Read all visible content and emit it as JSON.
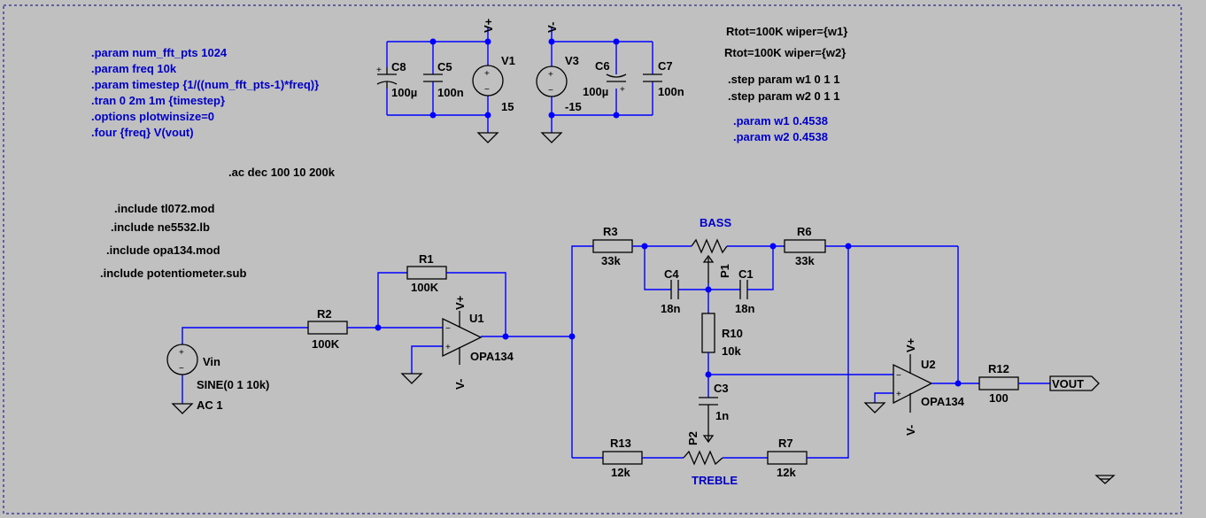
{
  "directives_sim": [
    ".param num_fft_pts 1024",
    ".param freq 10k",
    ".param timestep {1/((num_fft_pts-1)*freq)}",
    ".tran 0 2m 1m {timestep}",
    ".options plotwinsize=0",
    ".four {freq} V(vout)"
  ],
  "ac_directive": ".ac dec 100 10 200k",
  "includes": [
    ".include tl072.mod",
    ".include ne5532.lb",
    ".include opa134.mod",
    ".include potentiometer.sub"
  ],
  "pot_params": [
    "Rtot=100K wiper={w1}",
    "Rtot=100K wiper={w2}"
  ],
  "step_directives": [
    ".step param w1 0 1 1",
    ".step param w2 0 1 1"
  ],
  "param_directives": [
    ".param w1 0.4538",
    ".param w2 0.4538"
  ],
  "components": {
    "C8": {
      "name": "C8",
      "value": "100µ"
    },
    "C5": {
      "name": "C5",
      "value": "100n"
    },
    "V1": {
      "name": "V1",
      "value": "15"
    },
    "V3": {
      "name": "V3",
      "value": "-15"
    },
    "C6": {
      "name": "C6",
      "value": "100µ"
    },
    "C7": {
      "name": "C7",
      "value": "100n"
    },
    "R1": {
      "name": "R1",
      "value": "100K"
    },
    "R2": {
      "name": "R2",
      "value": "100K"
    },
    "U1": {
      "name": "U1",
      "value": "OPA134"
    },
    "Vin": {
      "name": "Vin",
      "value": "SINE(0 1 10k)",
      "ac": "AC 1"
    },
    "R3": {
      "name": "R3",
      "value": "33k"
    },
    "R6": {
      "name": "R6",
      "value": "33k"
    },
    "P1": {
      "name": "P1"
    },
    "C4": {
      "name": "C4",
      "value": "18n"
    },
    "C1": {
      "name": "C1",
      "value": "18n"
    },
    "R10": {
      "name": "R10",
      "value": "10k"
    },
    "C3": {
      "name": "C3",
      "value": "1n"
    },
    "P2": {
      "name": "P2"
    },
    "R13": {
      "name": "R13",
      "value": "12k"
    },
    "R7": {
      "name": "R7",
      "value": "12k"
    },
    "U2": {
      "name": "U2",
      "value": "OPA134"
    },
    "R12": {
      "name": "R12",
      "value": "100"
    }
  },
  "labels": {
    "bass": "BASS",
    "treble": "TREBLE"
  },
  "nets": {
    "vplus": "V+",
    "vminus": "V-",
    "vout": "VOUT"
  },
  "pin_signs": {
    "plus": "+",
    "minus": "−"
  },
  "colors": {
    "background": "#c0c0c0",
    "wire": "#0000ff",
    "component": "#000000",
    "directive": "#0000c8",
    "frame": "#000080"
  }
}
